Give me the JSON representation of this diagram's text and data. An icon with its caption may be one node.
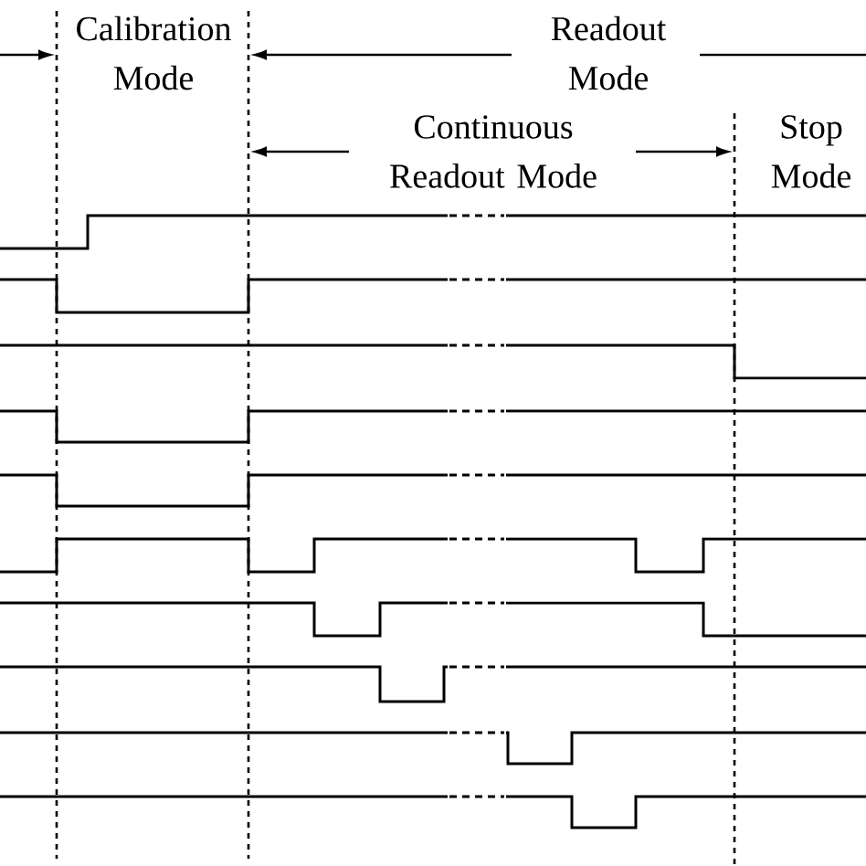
{
  "diagram": {
    "labels": [
      "Calibration Mode",
      "Readout Mode",
      "Continuous Readout Mode",
      "Stop Mode"
    ]
  }
}
